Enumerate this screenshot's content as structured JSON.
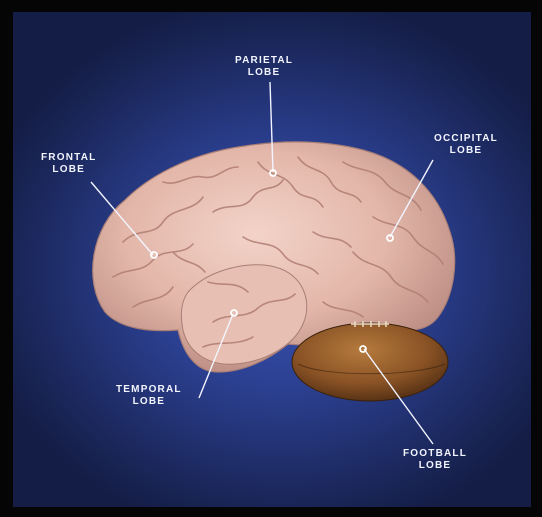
{
  "labels": {
    "parietal": {
      "line1": "PARIETAL",
      "line2": "LOBE"
    },
    "frontal": {
      "line1": "FRONTAL",
      "line2": "LOBE"
    },
    "occipital": {
      "line1": "OCCIPITAL",
      "line2": "LOBE"
    },
    "temporal": {
      "line1": "TEMPORAL",
      "line2": "LOBE"
    },
    "football": {
      "line1": "FOOTBALL",
      "line2": "LOBE"
    }
  },
  "colors": {
    "frame": "#050505",
    "background": "#2b3f8f",
    "brain": "#e3b7aa",
    "football": "#8a5325",
    "label_text": "#f2f4ff"
  }
}
